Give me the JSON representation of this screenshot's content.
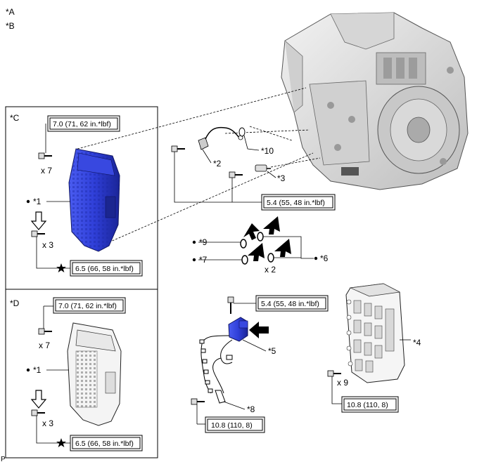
{
  "labels": {
    "view_a": "*A",
    "view_b": "*B",
    "view_c": "*C",
    "view_d": "*D",
    "part_1_c": "*1",
    "part_1_d": "*1",
    "part_2": "*2",
    "part_3": "*3",
    "part_4": "*4",
    "part_5": "*5",
    "part_6": "*6",
    "part_7": "*7",
    "part_8": "*8",
    "part_9": "*9",
    "part_10": "*10",
    "corner_mark": "P"
  },
  "torques": {
    "c_top": "7.0 (71, 62 in.*lbf)",
    "c_bottom": "6.5 (66, 58 in.*lbf)",
    "d_top": "7.0 (71, 62 in.*lbf)",
    "d_bottom": "6.5 (66, 58 in.*lbf)",
    "sensor_bolts": "5.4 (55, 48 in.*lbf)",
    "solenoid_bolt": "5.4 (55, 48 in.*lbf)",
    "harness_bolt": "10.8 (110, 8)",
    "valve_body": "10.8 (110, 8)"
  },
  "quantities": {
    "c_top": "x 7",
    "c_bottom": "x 3",
    "d_top": "x 7",
    "d_bottom": "x 3",
    "gaskets": "x 2",
    "valve_body": "x 9"
  },
  "colors": {
    "highlight_part": "#2f3fd8",
    "line": "#000000"
  },
  "icons": {
    "star": "star-icon",
    "dot": "bullet-dot-icon",
    "arrow": "black-arrow-icon",
    "hollow_arrow": "hollow-down-arrow-icon"
  }
}
